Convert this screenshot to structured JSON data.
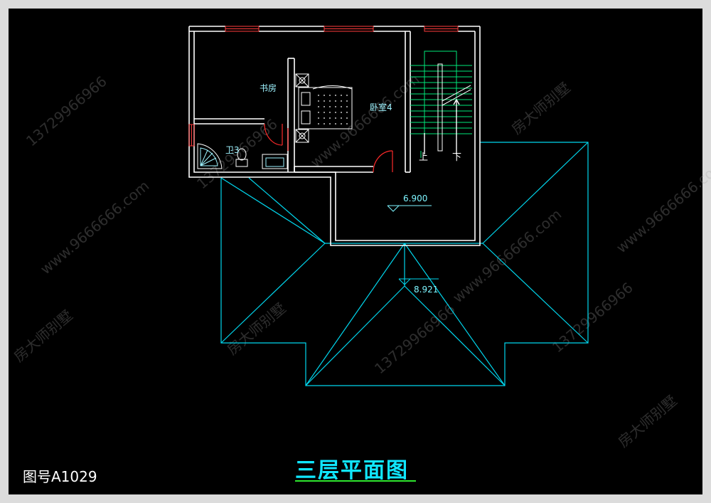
{
  "plan": {
    "title": "三层平面图",
    "figure_number": "图号A1029",
    "rooms": {
      "study": "书房",
      "bedroom": "卧室4",
      "bathroom": "卫3"
    },
    "stairs": {
      "up": "上",
      "down": "下"
    },
    "elevations": {
      "floor": "6.900",
      "ridge": "8.921"
    }
  },
  "watermark": {
    "phone": "13729966966",
    "site": "www.9666666.com",
    "brand": "房大师别墅"
  },
  "colors": {
    "background": "#000000",
    "wall": "#ffffff",
    "roof": "#00d7ee",
    "stair": "#00e87a",
    "door": "#ff2a2a",
    "window": "#ff3b3b",
    "title": "#10e6ff",
    "title_underline": "#2ee62e"
  }
}
